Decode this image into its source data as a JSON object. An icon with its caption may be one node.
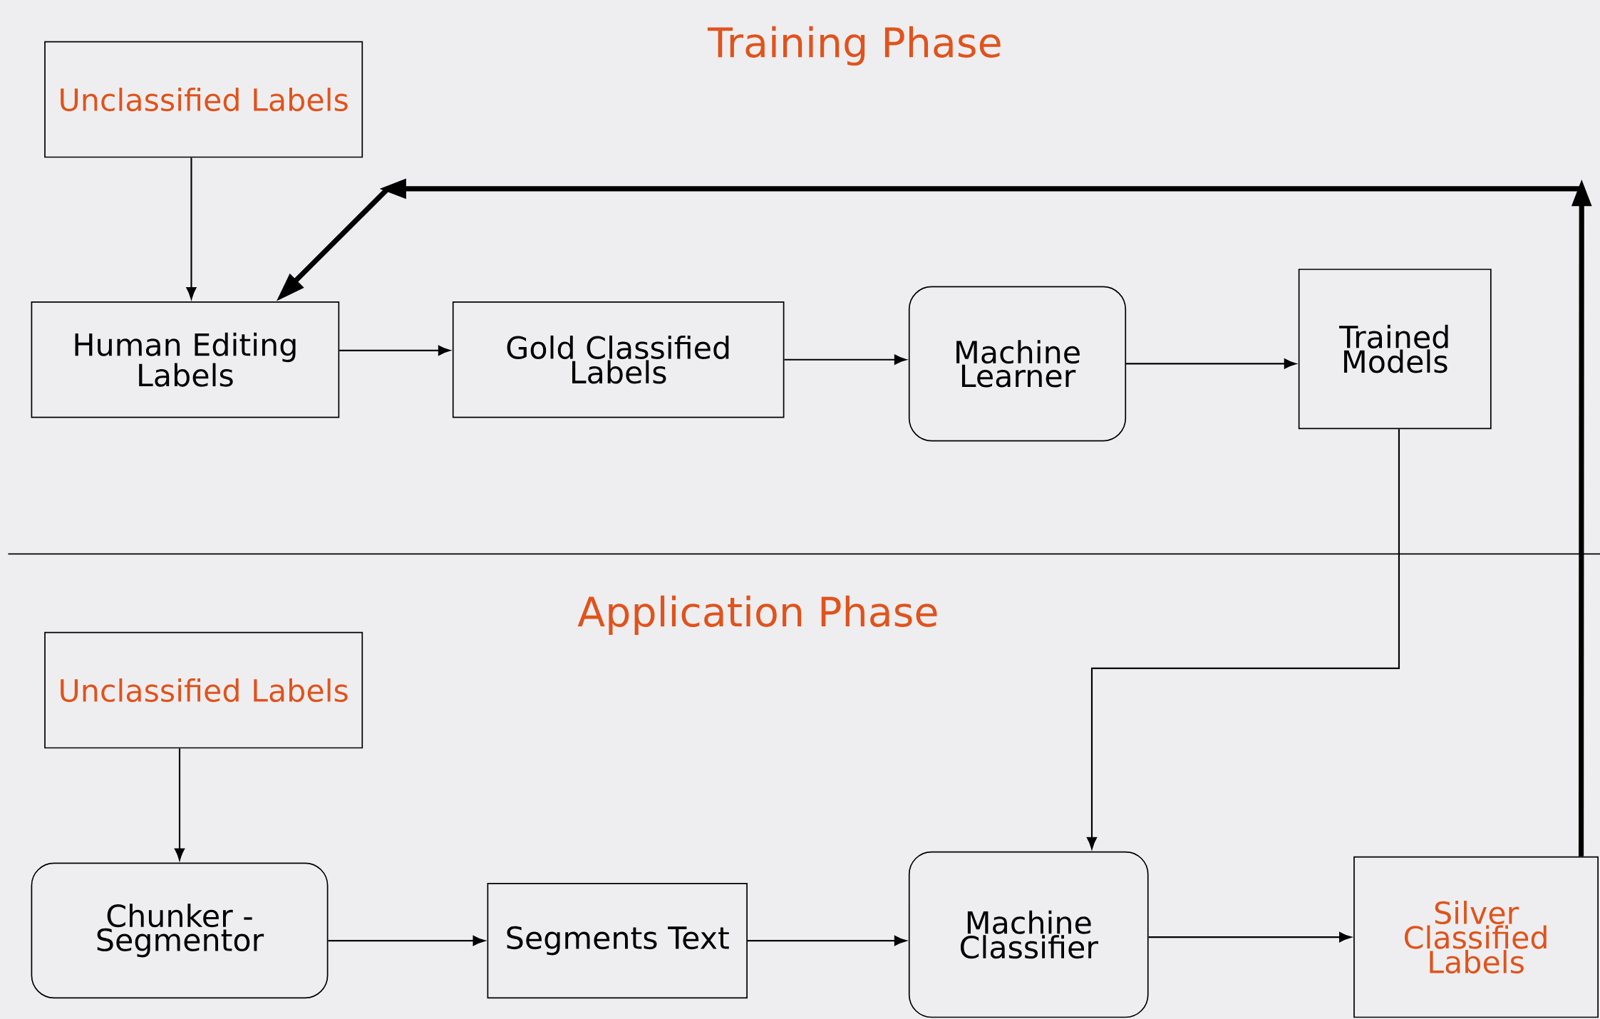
{
  "diagram": {
    "nodes": [
      {
        "text": [
          "Unclassified Labels"
        ]
      },
      {
        "text": [
          "Human Editing Labels"
        ]
      },
      {
        "text": [
          "Gold Classified Labels"
        ]
      },
      {
        "text": [
          "Machine Learner"
        ]
      },
      {
        "text": [
          "Trained Models"
        ]
      },
      {
        "text": [
          "Unclassified Labels"
        ]
      },
      {
        "text": [
          "Chunker - Segmentor"
        ]
      },
      {
        "text": [
          "Segments Text"
        ]
      },
      {
        "text": [
          "Machine Classifier"
        ]
      },
      {
        "text": [
          "Silver Classified Labels"
        ]
      }
    ],
    "edges": [
      {
        "from": 0,
        "to": 1,
        "arrow": "to"
      },
      {
        "from": 1,
        "to": 2,
        "arrow": "to"
      },
      {
        "from": 2,
        "to": 3,
        "arrow": "to"
      },
      {
        "from": 3,
        "to": 4,
        "arrow": "to"
      },
      {
        "from": 4,
        "to": 8,
        "arrow": "to"
      },
      {
        "from": 5,
        "to": 6,
        "arrow": "to"
      },
      {
        "from": 6,
        "to": 7,
        "arrow": "to"
      },
      {
        "from": 7,
        "to": 8,
        "arrow": "to"
      },
      {
        "from": 8,
        "to": 9,
        "arrow": "to"
      },
      {
        "from": 9,
        "to": 1,
        "arrow": "to",
        "style": "thick"
      }
    ],
    "labels": [
      "Training Phase",
      "Application Phase"
    ]
  }
}
